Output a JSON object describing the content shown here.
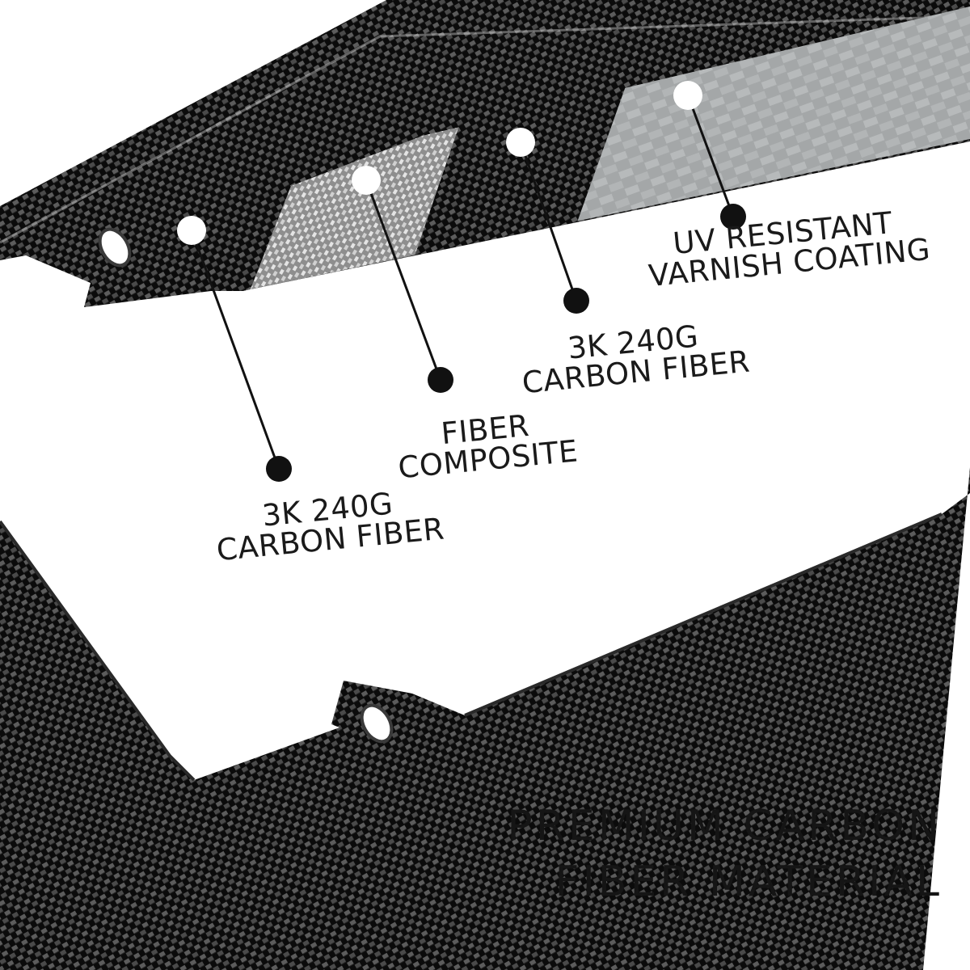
{
  "headline": {
    "line1": "PREMIUM CARBON",
    "line2": "FIBER MATERIAL"
  },
  "layers": [
    {
      "line1": "3K 240G",
      "line2": "CARBON FIBER"
    },
    {
      "line1": "FIBER",
      "line2": "COMPOSITE"
    },
    {
      "line1": "3K 240G",
      "line2": "CARBON FIBER"
    },
    {
      "line1": "UV RESISTANT",
      "line2": "VARNISH COATING"
    }
  ],
  "colors": {
    "background": "#ffffff",
    "carbon_dark": "#0b0b0b",
    "carbon_light": "#5a5a5a",
    "composite": "#b9b9b9",
    "varnish": "#9fa2a3",
    "text": "#151515"
  }
}
